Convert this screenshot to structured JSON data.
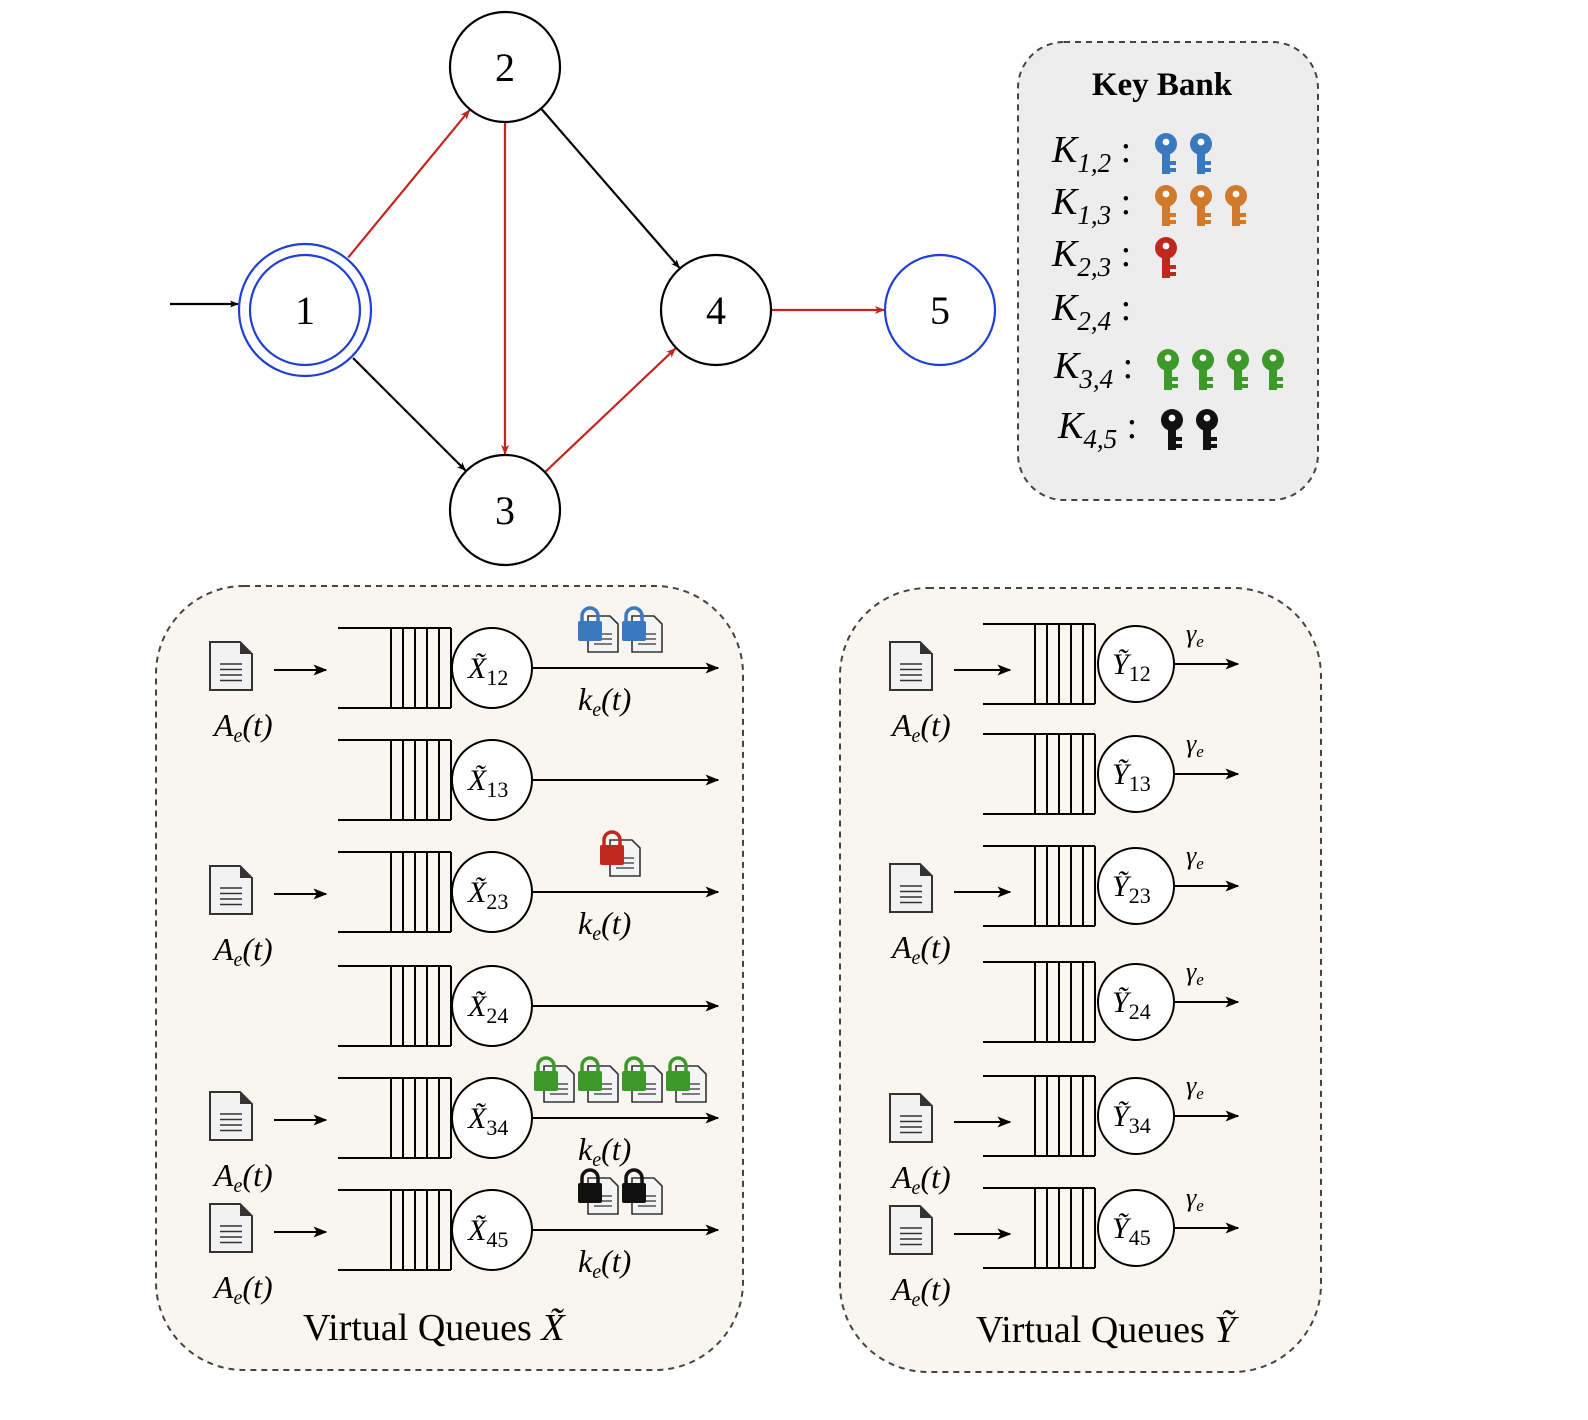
{
  "graph": {
    "nodes": [
      {
        "id": "1",
        "label": "1",
        "style": "source-double",
        "color": "#1f3fd6"
      },
      {
        "id": "2",
        "label": "2",
        "style": "plain",
        "color": "#000000"
      },
      {
        "id": "3",
        "label": "3",
        "style": "plain",
        "color": "#000000"
      },
      {
        "id": "4",
        "label": "4",
        "style": "plain",
        "color": "#000000"
      },
      {
        "id": "5",
        "label": "5",
        "style": "sink",
        "color": "#1f3fd6"
      }
    ],
    "edges": [
      {
        "from": "1",
        "to": "2",
        "color": "#c0281e"
      },
      {
        "from": "1",
        "to": "3",
        "color": "#000000"
      },
      {
        "from": "2",
        "to": "3",
        "color": "#c0281e"
      },
      {
        "from": "2",
        "to": "4",
        "color": "#000000"
      },
      {
        "from": "3",
        "to": "4",
        "color": "#c0281e"
      },
      {
        "from": "4",
        "to": "5",
        "color": "#c0281e"
      }
    ]
  },
  "key_bank": {
    "title": "Key Bank",
    "rows": [
      {
        "symbol": "K",
        "subscript": "1,2",
        "key_count": 2,
        "color": "#3a78c0"
      },
      {
        "symbol": "K",
        "subscript": "1,3",
        "key_count": 3,
        "color": "#d27a2c"
      },
      {
        "symbol": "K",
        "subscript": "2,3",
        "key_count": 1,
        "color": "#c0281e"
      },
      {
        "symbol": "K",
        "subscript": "2,4",
        "key_count": 0,
        "color": "#000000"
      },
      {
        "symbol": "K",
        "subscript": "3,4",
        "key_count": 4,
        "color": "#3d9a2a"
      },
      {
        "symbol": "K",
        "subscript": "4,5",
        "key_count": 2,
        "color": "#111111"
      }
    ]
  },
  "panel_x": {
    "title": "Virtual Queues",
    "title_symbol": "X̃",
    "arrival_label": "A",
    "arrival_sub": "e",
    "arrival_arg": "(t)",
    "service_label": "k",
    "service_sub": "e",
    "service_arg": "(t)",
    "queues": [
      {
        "server": "X̃",
        "sub": "12",
        "arrival": true,
        "locks": 2,
        "lock_color": "#3a78c0",
        "service": true
      },
      {
        "server": "X̃",
        "sub": "13",
        "arrival": false,
        "locks": 0,
        "lock_color": "",
        "service": false
      },
      {
        "server": "X̃",
        "sub": "23",
        "arrival": true,
        "locks": 1,
        "lock_color": "#c0281e",
        "service": true
      },
      {
        "server": "X̃",
        "sub": "24",
        "arrival": false,
        "locks": 0,
        "lock_color": "",
        "service": false
      },
      {
        "server": "X̃",
        "sub": "34",
        "arrival": true,
        "locks": 4,
        "lock_color": "#3d9a2a",
        "service": true
      },
      {
        "server": "X̃",
        "sub": "45",
        "arrival": true,
        "locks": 2,
        "lock_color": "#111111",
        "service": true
      }
    ]
  },
  "panel_y": {
    "title": "Virtual Queues",
    "title_symbol": "Ỹ",
    "arrival_label": "A",
    "arrival_sub": "e",
    "arrival_arg": "(t)",
    "rate_label": "γ",
    "rate_sub": "e",
    "queues": [
      {
        "server": "Ỹ",
        "sub": "12",
        "arrival": true
      },
      {
        "server": "Ỹ",
        "sub": "13",
        "arrival": false
      },
      {
        "server": "Ỹ",
        "sub": "23",
        "arrival": true
      },
      {
        "server": "Ỹ",
        "sub": "24",
        "arrival": false
      },
      {
        "server": "Ỹ",
        "sub": "34",
        "arrival": true
      },
      {
        "server": "Ỹ",
        "sub": "45",
        "arrival": true
      }
    ]
  },
  "colors": {
    "panel_bg": "#f8f6ee",
    "keybank_bg": "#ededed",
    "dashed_border": "#444444"
  }
}
